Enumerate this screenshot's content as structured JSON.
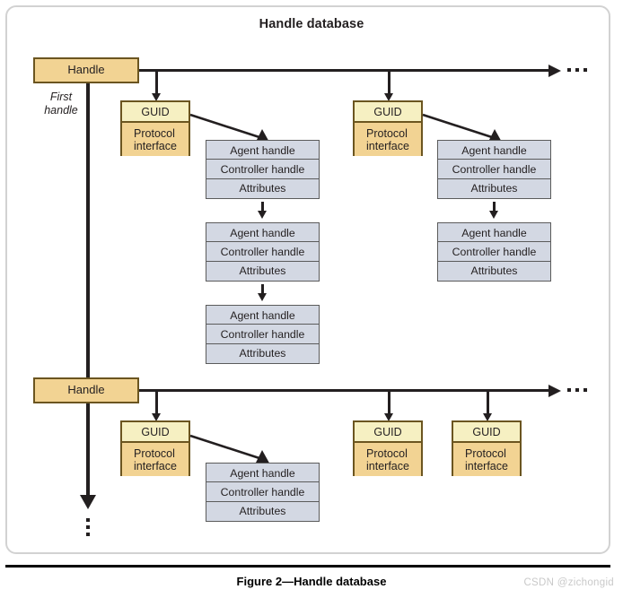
{
  "figure": {
    "title": "Handle database",
    "caption": "Figure 2—Handle database",
    "watermark": "CSDN @zichongid"
  },
  "labels": {
    "handle": "Handle",
    "guid": "GUID",
    "protocol_interface_line1": "Protocol",
    "protocol_interface_line2": "interface",
    "agent_handle": "Agent handle",
    "controller_handle": "Controller handle",
    "attributes": "Attributes",
    "first_handle_line1": "First",
    "first_handle_line2": "handle"
  },
  "colors": {
    "handle_fill": "#f2d393",
    "handle_border": "#6b5520",
    "guid_fill": "#f6f0c2",
    "protocol_fill": "#f2d393",
    "agent_fill": "#d3d8e3",
    "agent_border": "#5b5b5b",
    "line": "#231f20",
    "frame_border": "#d2d2d2",
    "watermark": "#c9c9c9"
  },
  "rows": [
    {
      "name": "first-handle-row",
      "handle_label": "Handle",
      "annotation": "First handle",
      "protocols": [
        {
          "guid": "GUID",
          "interface": "Protocol interface",
          "agent_entries": [
            {
              "agent_handle": "Agent handle",
              "controller_handle": "Controller handle",
              "attributes": "Attributes"
            },
            {
              "agent_handle": "Agent handle",
              "controller_handle": "Controller handle",
              "attributes": "Attributes"
            },
            {
              "agent_handle": "Agent handle",
              "controller_handle": "Controller handle",
              "attributes": "Attributes"
            }
          ]
        },
        {
          "guid": "GUID",
          "interface": "Protocol interface",
          "agent_entries": [
            {
              "agent_handle": "Agent handle",
              "controller_handle": "Controller handle",
              "attributes": "Attributes"
            },
            {
              "agent_handle": "Agent handle",
              "controller_handle": "Controller handle",
              "attributes": "Attributes"
            }
          ]
        }
      ],
      "continues": true
    },
    {
      "name": "second-handle-row",
      "handle_label": "Handle",
      "protocols": [
        {
          "guid": "GUID",
          "interface": "Protocol interface",
          "agent_entries": [
            {
              "agent_handle": "Agent handle",
              "controller_handle": "Controller handle",
              "attributes": "Attributes"
            }
          ]
        },
        {
          "guid": "GUID",
          "interface": "Protocol interface",
          "agent_entries": []
        },
        {
          "guid": "GUID",
          "interface": "Protocol interface",
          "agent_entries": []
        }
      ],
      "continues": true
    }
  ],
  "ellipsis": {
    "horizontal": "...",
    "vertical": "⋮"
  }
}
